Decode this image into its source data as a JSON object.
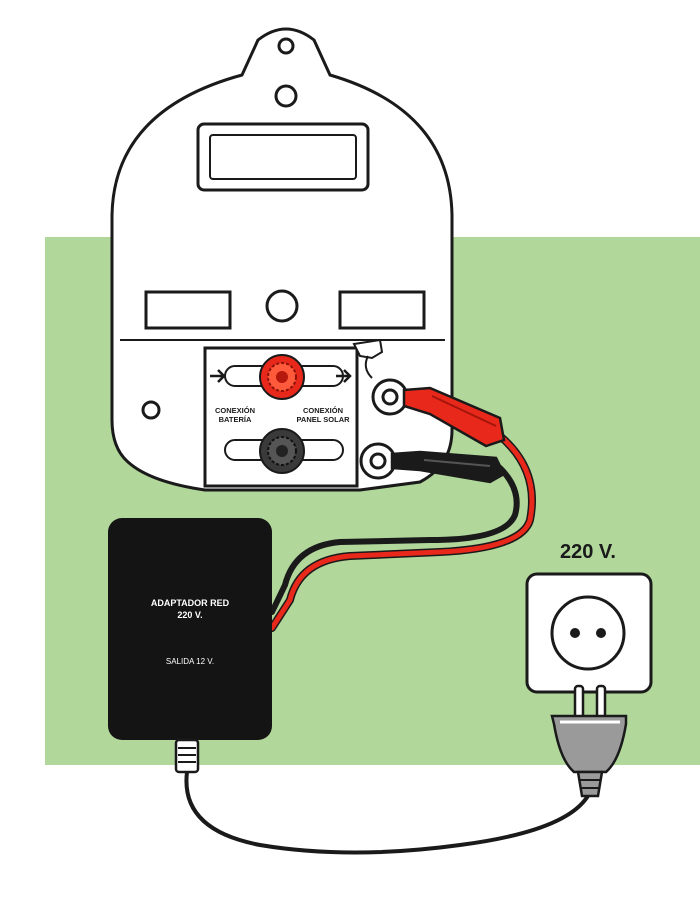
{
  "colors": {
    "background_panel": "#b1d79b",
    "outline": "#1a1a1a",
    "red_cable": "#e8281a",
    "black_cable": "#1a1a1a",
    "adapter_body": "#141414",
    "plug_grey": "#9a9a9a"
  },
  "device": {
    "label_battery_line1": "CONEXIÓN",
    "label_battery_line2": "BATERÍA",
    "label_solar_line1": "CONEXIÓN",
    "label_solar_line2": "PANEL SOLAR"
  },
  "adapter": {
    "title_line1": "ADAPTADOR RED",
    "title_line2": "220 V.",
    "output": "SALIDA 12 V."
  },
  "outlet": {
    "voltage": "220 V."
  }
}
